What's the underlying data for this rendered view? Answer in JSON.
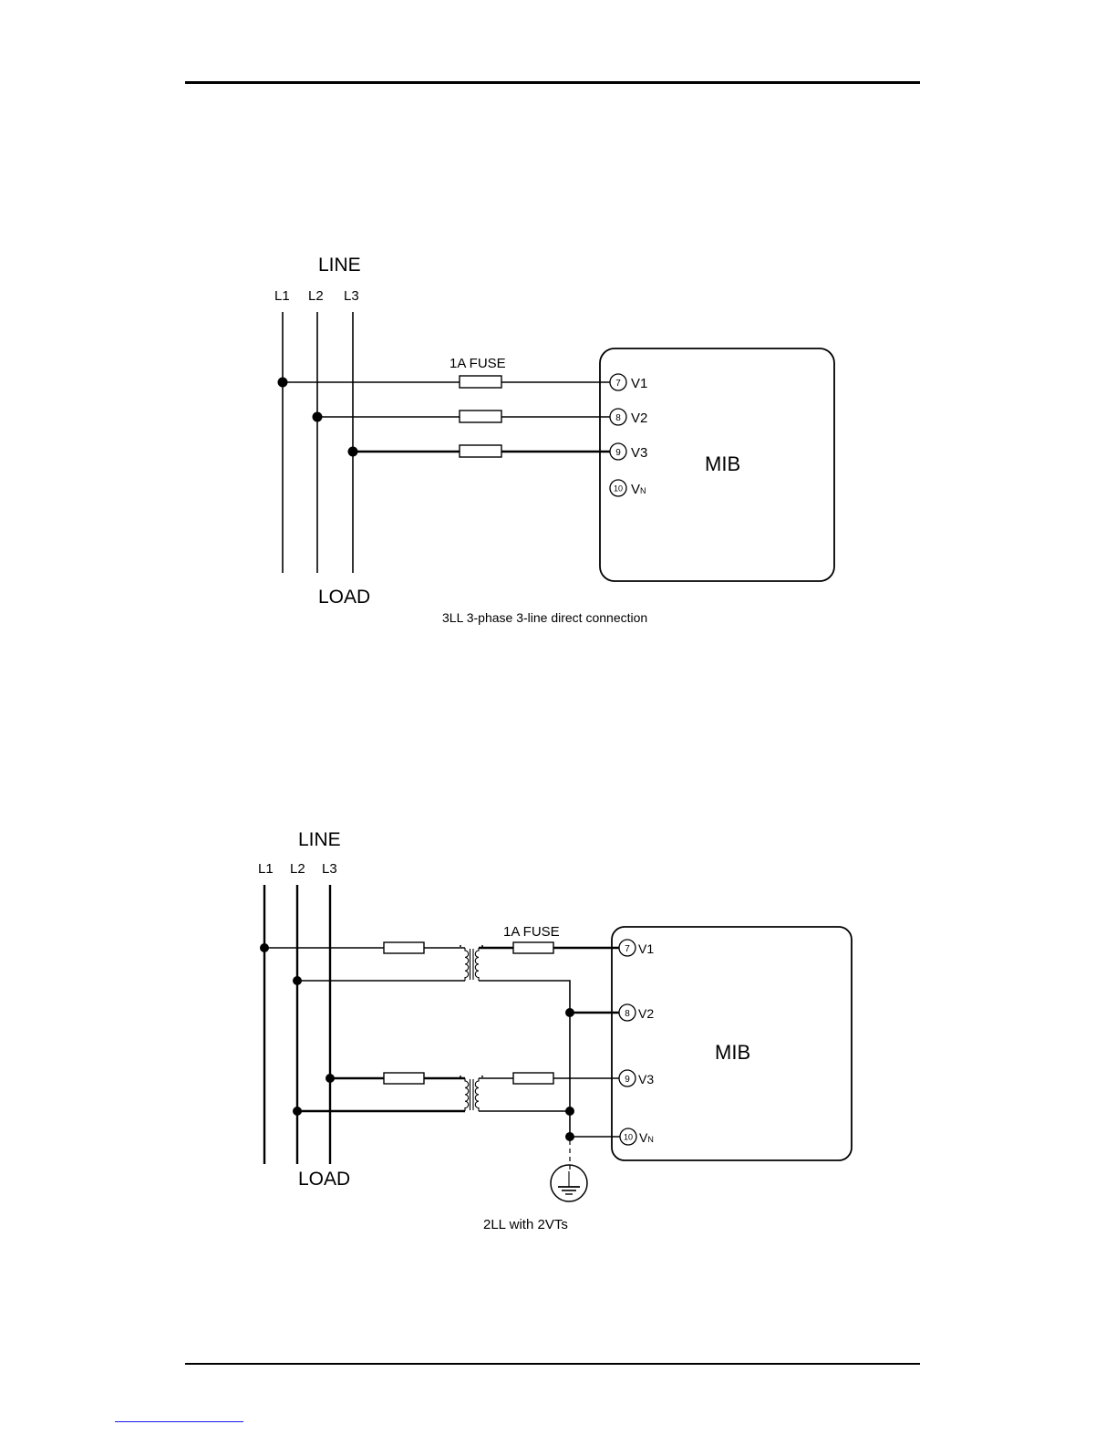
{
  "diagram1": {
    "line_label": "LINE",
    "load_label": "LOAD",
    "phases": [
      "L1",
      "L2",
      "L3"
    ],
    "fuse_label": "1A FUSE",
    "device_label": "MIB",
    "terminals": [
      {
        "num": "7",
        "label": "V1"
      },
      {
        "num": "8",
        "label": "V2"
      },
      {
        "num": "9",
        "label": "V3"
      },
      {
        "num": "10",
        "label": "V",
        "sub": "N"
      }
    ],
    "caption": "3LL 3-phase 3-line direct connection"
  },
  "diagram2": {
    "line_label": "LINE",
    "load_label": "LOAD",
    "phases": [
      "L1",
      "L2",
      "L3"
    ],
    "fuse_label": "1A FUSE",
    "device_label": "MIB",
    "terminals": [
      {
        "num": "7",
        "label": "V1"
      },
      {
        "num": "8",
        "label": "V2"
      },
      {
        "num": "9",
        "label": "V3"
      },
      {
        "num": "10",
        "label": "V",
        "sub": "N"
      }
    ],
    "caption": "2LL with 2VTs"
  }
}
